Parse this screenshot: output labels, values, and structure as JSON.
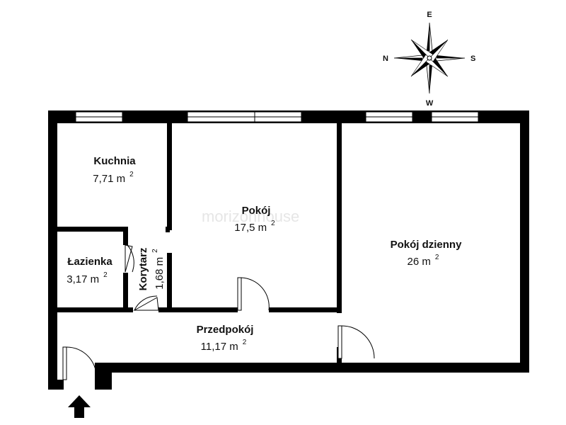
{
  "rooms": {
    "kuchnia": {
      "name": "Kuchnia",
      "area": "7,71 m",
      "unit_exp": "2"
    },
    "pokoj": {
      "name": "Pokój",
      "area": "17,5 m",
      "unit_exp": "2"
    },
    "pokoj_dzienny": {
      "name": "Pokój dzienny",
      "area": "26 m",
      "unit_exp": "2"
    },
    "lazienka": {
      "name": "Łazienka",
      "area": "3,17 m",
      "unit_exp": "2"
    },
    "korytarz": {
      "name": "Korytarz",
      "area": "1,68 m",
      "unit_exp": "2"
    },
    "przedpokoj": {
      "name": "Przedpokój",
      "area": "11,17 m",
      "unit_exp": "2"
    }
  },
  "compass": {
    "top": "E",
    "left": "N",
    "right": "S",
    "bottom": "W"
  },
  "watermark": "morizon",
  "watermark_tail": "house",
  "icons": {
    "compass": "compass-rose-icon",
    "entrance": "entrance-arrow-icon"
  },
  "colors": {
    "wall": "#000000",
    "window": "#ffffff",
    "background": "#ffffff",
    "watermark": "#e6e6e6"
  }
}
